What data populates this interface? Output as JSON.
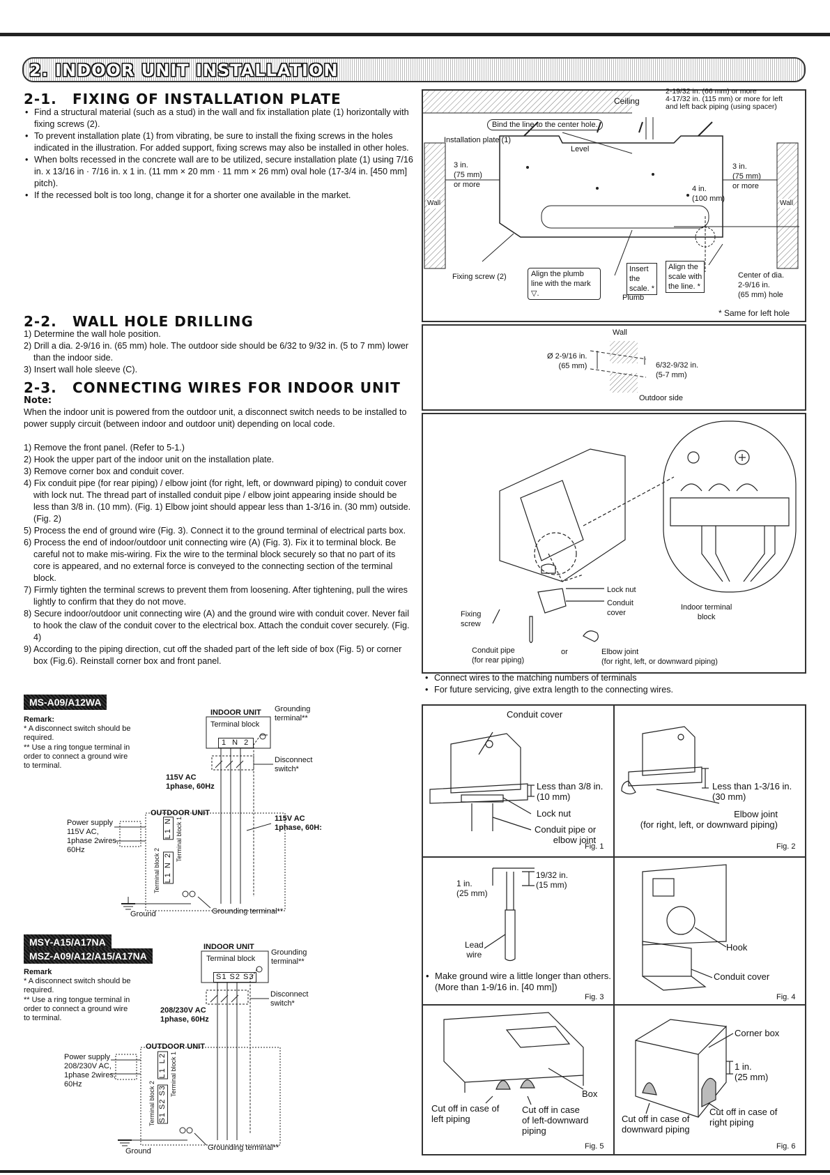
{
  "banner": "2. INDOOR UNIT INSTALLATION",
  "s21": {
    "num": "2-1.",
    "title": "FIXING OF INSTALLATION PLATE",
    "bullets": [
      "Find a structural material (such as a stud) in the wall and fix installation plate (1) horizontally with fixing screws (2).",
      "To prevent installation plate (1) from vibrating, be sure to install the fixing screws in the holes indicated in the illustration. For added support, fixing screws may also be installed in other holes.",
      "When bolts recessed in the concrete wall are to be utilized, secure installation plate (1) using 7/16 in. x 13/16 in · 7/16 in. x 1 in. (11 mm × 20 mm · 11 mm × 26 mm) oval hole (17-3/4 in. [450 mm] pitch).",
      "If the recessed bolt is too long, change it for a shorter one available in the market."
    ]
  },
  "s22": {
    "num": "2-2.",
    "title": "WALL HOLE DRILLING",
    "steps": [
      "1) Determine the wall hole position.",
      "2) Drill a dia. 2-9/16 in. (65 mm) hole. The outdoor side should be 6/32 to 9/32 in. (5 to 7 mm) lower than the indoor side.",
      "3) Insert wall hole sleeve (C)."
    ]
  },
  "s23": {
    "num": "2-3.",
    "title": "CONNECTING WIRES FOR INDOOR UNIT",
    "note_label": "Note:",
    "note": "When the indoor unit is powered from the outdoor unit, a disconnect switch needs to be installed to power supply circuit (between indoor and outdoor unit) depending on local code.",
    "steps": [
      "1) Remove the front panel. (Refer to 5-1.)",
      "2) Hook the upper part of the indoor unit on the installation plate.",
      "3) Remove corner box and conduit cover.",
      "4) Fix conduit pipe (for rear piping) / elbow joint (for right, left, or downward piping) to conduit cover with lock nut. The thread part of installed conduit pipe / elbow joint appearing inside should be less than 3/8 in. (10 mm). (Fig. 1) Elbow joint should appear less than 1-3/16 in. (30 mm) outside. (Fig. 2)",
      "5) Process the end of ground wire (Fig. 3). Connect it to the ground terminal of electrical parts box.",
      "6) Process the end of indoor/outdoor unit connecting wire (A) (Fig. 3). Fix it to terminal block. Be careful not to make mis-wiring. Fix the wire to the terminal block securely so that no part of its core is appeared, and no external force is conveyed to the connecting section of the terminal block.",
      "7) Firmly tighten the terminal screws to prevent them from loosening. After tightening, pull the wires lightly to confirm that they do not move.",
      "8) Secure indoor/outdoor unit connecting wire (A) and the ground wire with conduit cover. Never fail to hook the claw of the conduit cover to the electrical box. Attach the conduit cover securely. (Fig. 4)",
      "9) According to the piping direction, cut off the shaded part of the left side of box (Fig. 5) or corner box (Fig.6). Reinstall corner box and front panel."
    ]
  },
  "wiring1": {
    "tag": "MS-A09/A12WA",
    "remark_title": "Remark:",
    "remark1": "* A disconnect switch should be required.",
    "remark2": "** Use a ring tongue terminal in order to connect a ground wire to terminal.",
    "indoor_unit": "INDOOR UNIT",
    "terminal_block": "Terminal block",
    "grounding_terminal": "Grounding terminal**",
    "disconnect": "Disconnect switch*",
    "indoor_terms": "1 N 2",
    "v_in": "115V AC",
    "ph_in": "1phase, 60Hz",
    "outdoor_unit": "OUTDOOR UNIT",
    "power_supply": "Power supply\n115V AC,\n1phase 2wires,\n60Hz",
    "v_out": "115V AC",
    "ph_out": "1phase, 60H:",
    "tb1": "Terminal block 1",
    "tb1_terms": "L1 N",
    "tb2": "Terminal block 2",
    "tb2_terms": "L1 N 2",
    "ground": "Ground",
    "grounding_terminal2": "Grounding terminal**"
  },
  "wiring2": {
    "tag1": "MSY-A15/A17NA",
    "tag2": "MSZ-A09/A12/A15/A17NA",
    "remark_title": "Remark",
    "remark1": "* A disconnect switch should be required.",
    "remark2": "** Use a ring tongue terminal in order to connect a ground wire to terminal.",
    "indoor_unit": "INDOOR UNIT",
    "terminal_block": "Terminal block",
    "grounding_terminal": "Grounding terminal**",
    "disconnect": "Disconnect switch*",
    "indoor_terms": "S1 S2 S3",
    "v_in": "208/230V AC",
    "ph_in": "1phase, 60Hz",
    "outdoor_unit": "OUTDOOR UNIT",
    "power_supply": "Power supply\n208/230V AC,\n1phase 2wires,\n60Hz",
    "tb1": "Terminal block 1",
    "tb1_terms": "L1 L2",
    "tb2": "Terminal block 2",
    "tb2_terms": "S1 S2 S3",
    "ground": "Ground",
    "grounding_terminal2": "Grounding terminal**"
  },
  "plate": {
    "ceiling": "Ceiling",
    "top_note": "2-19/32 in. (66 mm) or more\n4-17/32 in. (115 mm) or more for left\nand left back piping (using spacer)",
    "bind": "Bind the line to the center hole.",
    "install_plate": "Installation plate (1)",
    "level": "Level",
    "left_gap": "3 in.\n(75 mm)\nor more",
    "right_gap": "3 in.\n(75 mm)\nor more",
    "wall_l": "Wall",
    "wall_r": "Wall",
    "four_in": "4 in.\n(100 mm)",
    "fixing_screw": "Fixing screw (2)",
    "plumb_note": "Align the plumb\nline with the mark\n▽.",
    "insert_scale": "Insert\nthe\nscale. *",
    "align_scale": "Align the\nscale with\nthe line. *",
    "plumb": "Plumb",
    "center_hole": "Center of dia.\n2-9/16 in.\n(65 mm) hole",
    "same_left": "* Same for left hole"
  },
  "hole": {
    "wall": "Wall",
    "dia": "Ø 2-9/16 in.\n(65 mm)",
    "slope": "6/32-9/32 in.\n(5-7 mm)",
    "outdoor": "Outdoor side"
  },
  "conn": {
    "lock_nut": "Lock nut",
    "conduit_cover": "Conduit\ncover",
    "indoor_tb": "Indoor terminal\nblock",
    "fixing_screw": "Fixing\nscrew",
    "conduit_pipe": "Conduit pipe\n(for rear piping)",
    "or": "or",
    "elbow": "Elbow joint\n(for right, left, or downward piping)",
    "bullet1": "Connect wires to the matching numbers of terminals",
    "bullet2": "For future servicing, give extra length to the connecting wires."
  },
  "figs": {
    "f1_title": "Conduit cover",
    "f1_less": "Less than 3/8 in.\n(10 mm)",
    "f1_lock": "Lock nut",
    "f1_pipe": "Conduit pipe or\nelbow joint",
    "f1": "Fig. 1",
    "f2_less": "Less than 1-3/16 in.\n(30 mm)",
    "f2_elbow": "Elbow joint\n(for right, left, or downward piping)",
    "f2": "Fig. 2",
    "f3_1in": "1 in.\n(25 mm)",
    "f3_19": "19/32 in.\n(15 mm)",
    "f3_lead": "Lead\nwire",
    "f3_note": "Make ground wire a little longer than others. (More than 1-9/16 in. [40 mm])",
    "f3": "Fig. 3",
    "f4_hook": "Hook",
    "f4_cover": "Conduit cover",
    "f4": "Fig. 4",
    "f5_box": "Box",
    "f5_left": "Cut off in case of\nleft piping",
    "f5_ld": "Cut off in case\nof left-downward\npiping",
    "f5": "Fig. 5",
    "f6_corner": "Corner box",
    "f6_1in": "1 in.\n(25 mm)",
    "f6_down": "Cut off in case of\ndownward piping",
    "f6_right": "Cut off in case of\nright piping",
    "f6": "Fig. 6"
  }
}
